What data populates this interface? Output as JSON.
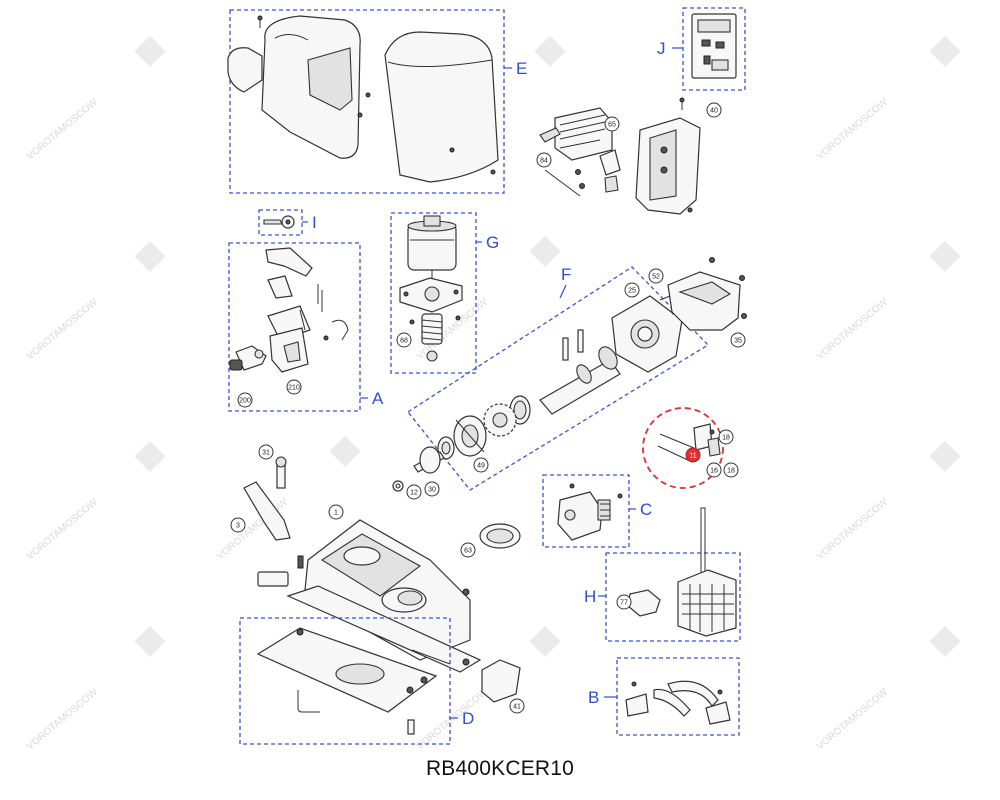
{
  "model_code": "RB400KCER10",
  "watermark_text": "VOROTAMOSCOW",
  "group_labels": {
    "a": "A",
    "b": "B",
    "c": "C",
    "d": "D",
    "e": "E",
    "f": "F",
    "g": "G",
    "h": "H",
    "i": "I",
    "j": "J"
  },
  "callouts": {
    "c65": "65",
    "c84": "84",
    "c40": "40",
    "c52": "52",
    "c25": "25",
    "c35": "35",
    "c68": "68",
    "c200": "200",
    "c210": "210",
    "c49": "49",
    "c12": "12",
    "c30": "30",
    "c31": "31",
    "c3": "3",
    "c1": "1",
    "c63": "63",
    "c41": "41",
    "c77": "77",
    "c18a": "18",
    "c16": "16",
    "c18b": "18",
    "c11": "11"
  },
  "colors": {
    "group_label": "#2f4fd0",
    "highlight": "#e03030"
  }
}
